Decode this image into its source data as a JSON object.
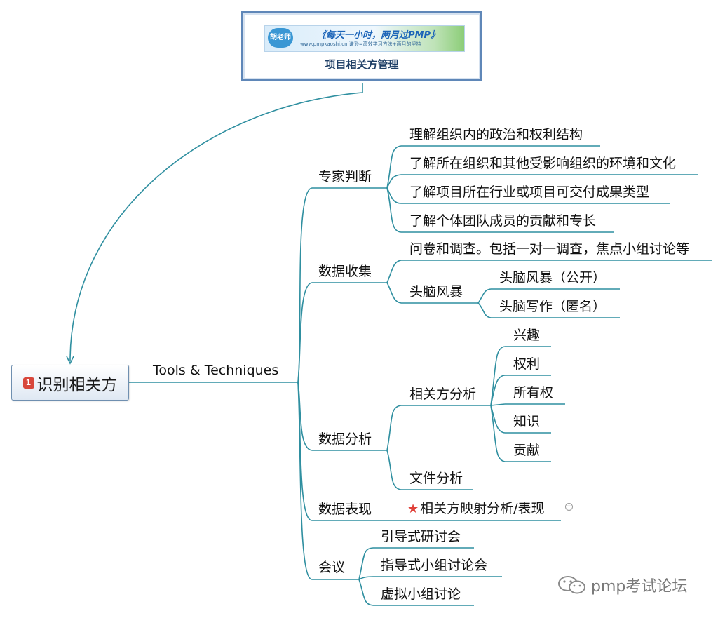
{
  "header": {
    "logo_text": "胡老师",
    "slogan": "《每天一小时，两月过PMP》",
    "url_line": "www.pmpkaoshi.cn  谦逊=高效学习方法+两月的坚持",
    "title": "项目相关方管理"
  },
  "root": {
    "badge": "1",
    "label": "识别相关方"
  },
  "tt_label": "Tools & Techniques",
  "branches": {
    "expert": {
      "label": "专家判断",
      "items": [
        "理解组织内的政治和权利结构",
        "了解所在组织和其他受影响组织的环境和文化",
        "了解项目所在行业或项目可交付成果类型",
        "了解个体团队成员的贡献和专长"
      ]
    },
    "collect": {
      "label": "数据收集",
      "survey": "问卷和调查。包括一对一调查，焦点小组讨论等",
      "brainstorm": "头脑风暴",
      "brainstorm_items": [
        "头脑风暴（公开）",
        "头脑写作（匿名）"
      ]
    },
    "analysis": {
      "label": "数据分析",
      "stakeholder": "相关方分析",
      "stakeholder_items": [
        "兴趣",
        "权利",
        "所有权",
        "知识",
        "贡献"
      ],
      "document": "文件分析"
    },
    "present": {
      "label": "数据表现",
      "item": "相关方映射分析/表现",
      "expand": "+"
    },
    "meeting": {
      "label": "会议",
      "items": [
        "引导式研讨会",
        "指导式小组讨论会",
        "虚拟小组讨论"
      ]
    }
  },
  "watermark": "pmp考试论坛",
  "colors": {
    "line": "#2f8fa0",
    "box_border": "#5f87b8",
    "badge": "#d8473b",
    "star": "#e0413a"
  }
}
